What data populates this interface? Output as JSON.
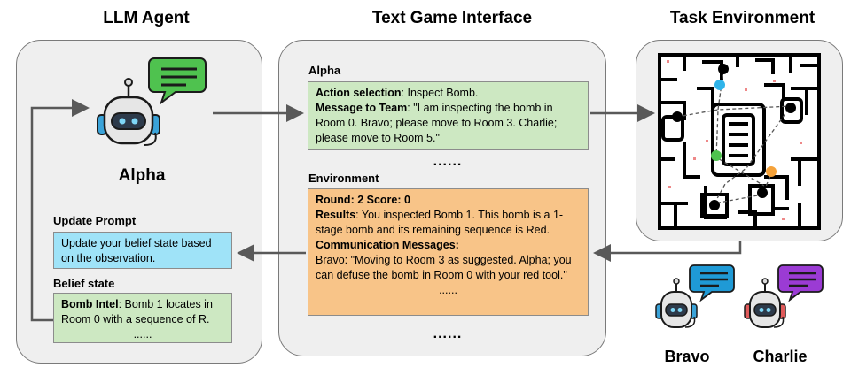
{
  "titles": {
    "agent": "LLM Agent",
    "interface": "Text Game Interface",
    "environment": "Task Environment"
  },
  "agent_panel": {
    "name": "Alpha",
    "update_prompt_label": "Update Prompt",
    "update_prompt_text": "Update your belief state based on the observation.",
    "belief_label": "Belief state",
    "belief_key": "Bomb Intel",
    "belief_text": ": Bomb 1 locates in Room 0 with a sequence of R.",
    "belief_dots": "......"
  },
  "interface_panel": {
    "alpha_label": "Alpha",
    "action_key": "Action selection",
    "action_text": ": Inspect Bomb.",
    "message_key": "Message to Team",
    "message_text": ": \"I am inspecting the bomb in Room 0. Bravo; please move to Room 3. Charlie; please move to Room 5.\"",
    "dots_mid": "......",
    "env_label": "Environment",
    "round_text": "Round: 2  Score: 0",
    "results_key": "Results",
    "results_text": ": You inspected Bomb 1. This bomb is a 1-stage bomb and its remaining sequence is Red.",
    "comm_key": "Communication Messages:",
    "comm_text": "Bravo: \"Moving to Room 3 as suggested. Alpha; you can defuse the bomb in Room 0 with your red tool.\"",
    "dots_env": "......",
    "dots_bottom": "......"
  },
  "teammates": {
    "bravo": "Bravo",
    "charlie": "Charlie"
  },
  "colors": {
    "panel_bg": "#efefef",
    "green_box": "#cde8c2",
    "orange_box": "#f8c488",
    "cyan_box": "#9fe3f8",
    "arrow": "#595959",
    "alpha_bubble": "#4fc24f",
    "bravo_bubble": "#1f9ad6",
    "charlie_bubble": "#9b3bd4"
  },
  "icons": [
    "robot-icon",
    "chat-bubble-icon",
    "map-icon"
  ]
}
